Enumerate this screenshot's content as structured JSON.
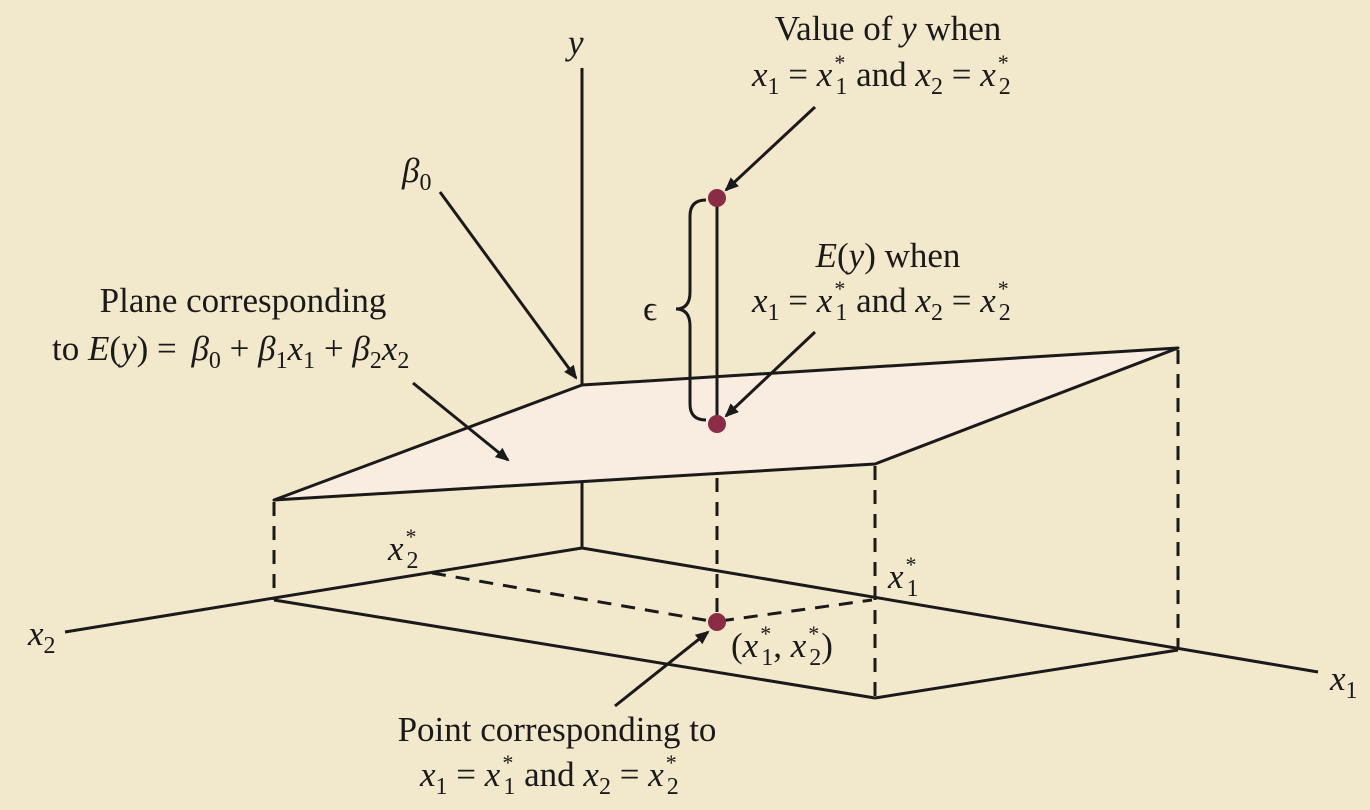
{
  "colors": {
    "background": "#f2e8cc",
    "plane": "#f9ece0",
    "point": "#8a2c45",
    "ink": "#1a1a1a"
  },
  "axes": {
    "y": "y",
    "x1": "x",
    "x1_sub": "1",
    "x2": "x",
    "x2_sub": "2"
  },
  "labels": {
    "value_of_y": {
      "line1_a": "Value of ",
      "line1_var": "y",
      "line1_b": " when"
    },
    "ey_when": {
      "line1_var": "E",
      "line1_paren": "(",
      "line1_y": "y",
      "line1_b": ") when"
    },
    "condition": {
      "x": "x",
      "sub1": "1",
      "sub2": "2",
      "star": "*",
      "eq": " = ",
      "and": " and "
    },
    "beta0": {
      "symbol": "β",
      "sub": "0"
    },
    "epsilon": "ϵ",
    "plane": {
      "line1": "Plane corresponding",
      "line2_a": "to ",
      "E": "E",
      "y": "y",
      "eq": ") = ",
      "beta": "β",
      "plus": " + ",
      "x": "x",
      "sub0": "0",
      "sub1": "1",
      "sub2": "2"
    },
    "point": {
      "line1": "Point corresponding to"
    },
    "point_coord": {
      "open": "(",
      "x": "x",
      "sub1": "1",
      "sub2": "2",
      "star": "*",
      "comma": ", ",
      "close": ")"
    },
    "x1_star": {
      "x": "x",
      "sub": "1",
      "star": "*"
    },
    "x2_star": {
      "x": "x",
      "sub": "2",
      "star": "*"
    }
  }
}
